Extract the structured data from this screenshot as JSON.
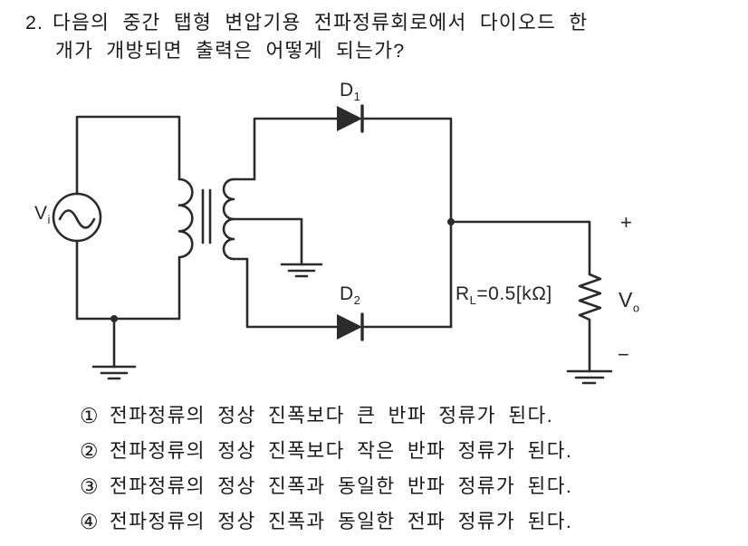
{
  "question": {
    "number": "2.",
    "line1": "다음의 중간 탭형 변압기용 전파정류회로에서 다이오드 한",
    "line2": "개가 개방되면 출력은 어떻게 되는가?"
  },
  "circuit": {
    "source_label": {
      "main": "V",
      "sub": "i"
    },
    "diode1_label": {
      "main": "D",
      "sub": "1"
    },
    "diode2_label": {
      "main": "D",
      "sub": "2"
    },
    "load_label": {
      "main": "R",
      "sub": "L",
      "value": "=0.5[kΩ]"
    },
    "output_label": {
      "main": "V",
      "sub": "o"
    },
    "plus_sign": "+",
    "minus_sign": "−"
  },
  "options": [
    {
      "marker": "①",
      "text": "전파정류의 정상 진폭보다 큰 반파 정류가 된다."
    },
    {
      "marker": "②",
      "text": "전파정류의 정상 진폭보다 작은 반파 정류가 된다."
    },
    {
      "marker": "③",
      "text": "전파정류의 정상 진폭과 동일한 반파 정류가 된다."
    },
    {
      "marker": "④",
      "text": "전파정류의 정상 진폭과 동일한 전파 정류가 된다."
    }
  ]
}
